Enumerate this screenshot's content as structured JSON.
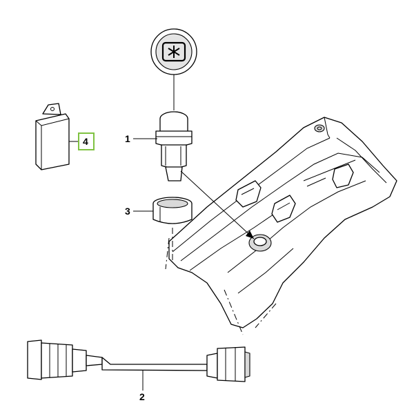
{
  "callouts": {
    "part_1": "1",
    "part_2": "2",
    "part_3": "3",
    "part_4": "4"
  },
  "highlight_color": "#7fc241",
  "icons": {
    "switch_symbol": "snowflake-bracket-icon"
  }
}
